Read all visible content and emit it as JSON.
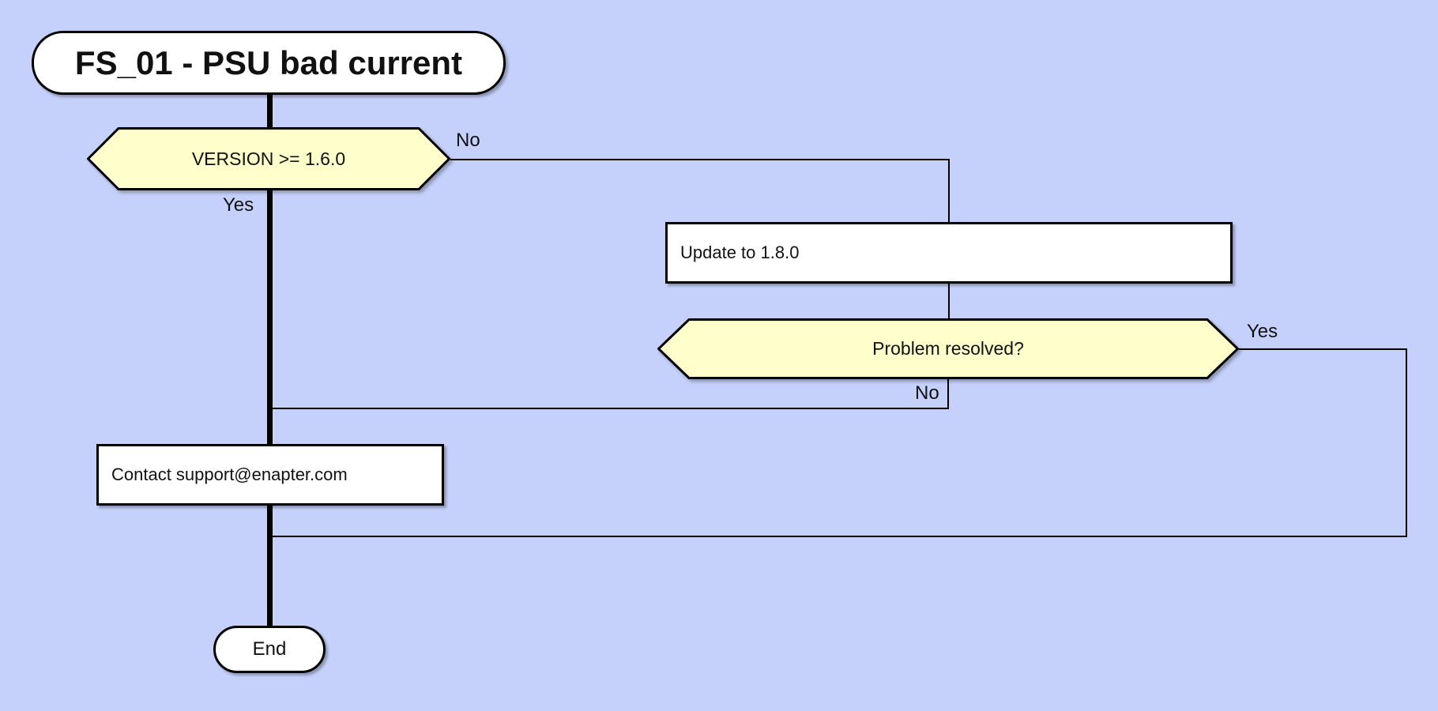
{
  "diagram": {
    "title": "FS_01 - PSU bad current",
    "nodes": {
      "start_label": "FS_01 - PSU bad current",
      "decision_version_label": "VERSION >= 1.6.0",
      "process_update_label": "Update to 1.8.0",
      "decision_resolved_label": "Problem resolved?",
      "process_contact_label": "Contact support@enapter.com",
      "end_label": "End"
    },
    "edge_labels": {
      "version_no": "No",
      "version_yes": "Yes",
      "resolved_yes": "Yes",
      "resolved_no": "No"
    },
    "colors": {
      "background": "#c5d1fb",
      "decision_fill": "#ffffcc",
      "node_fill": "#ffffff",
      "stroke": "#000000"
    }
  }
}
